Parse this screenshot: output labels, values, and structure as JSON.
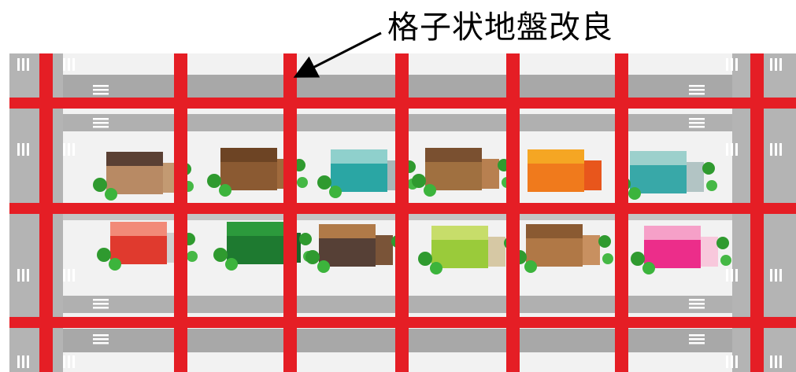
{
  "callout": {
    "label": "格子状地盤改良"
  },
  "colors": {
    "grid_wall": "#e51e25",
    "road": "#a8a8a8",
    "road_light": "#d9d9d9",
    "pavement": "#f2f2f2",
    "arrow": "#000000"
  },
  "houses": [
    {
      "name": "house-brown-flat",
      "colors": [
        "#b88a64",
        "#5a4034",
        "#c39a72"
      ],
      "trees": true
    },
    {
      "name": "house-brown-gable",
      "colors": [
        "#8b5a32",
        "#6d4424",
        "#a06a3c"
      ],
      "trees": true
    },
    {
      "name": "house-teal",
      "colors": [
        "#2aa6a4",
        "#8fd0cc",
        "#a9b6b8"
      ],
      "trees": true
    },
    {
      "name": "house-brown-split",
      "colors": [
        "#a07040",
        "#7a5030",
        "#b88050"
      ],
      "trees": true
    },
    {
      "name": "house-orange",
      "colors": [
        "#f07a1c",
        "#f5a623",
        "#e8561c"
      ],
      "trees": false
    },
    {
      "name": "house-teal-right",
      "colors": [
        "#38a8a8",
        "#9cd0cc",
        "#b2c4c4"
      ],
      "trees": true
    },
    {
      "name": "house-red",
      "colors": [
        "#e03a2e",
        "#f28a78",
        "#cfcfcf"
      ],
      "trees": true
    },
    {
      "name": "house-green",
      "colors": [
        "#1e7a30",
        "#2c9a3c",
        "#1b6428"
      ],
      "trees": true
    },
    {
      "name": "house-dark-brown",
      "colors": [
        "#564036",
        "#b07a48",
        "#7a5438"
      ],
      "trees": true
    },
    {
      "name": "house-lime",
      "colors": [
        "#9acb3a",
        "#c7dd6a",
        "#d6c8a4"
      ],
      "trees": true
    },
    {
      "name": "house-tan",
      "colors": [
        "#b07846",
        "#8a5a32",
        "#c89060"
      ],
      "trees": true
    },
    {
      "name": "house-pink",
      "colors": [
        "#ec2d8a",
        "#f6a0c8",
        "#f8c8dc"
      ],
      "trees": true
    }
  ]
}
